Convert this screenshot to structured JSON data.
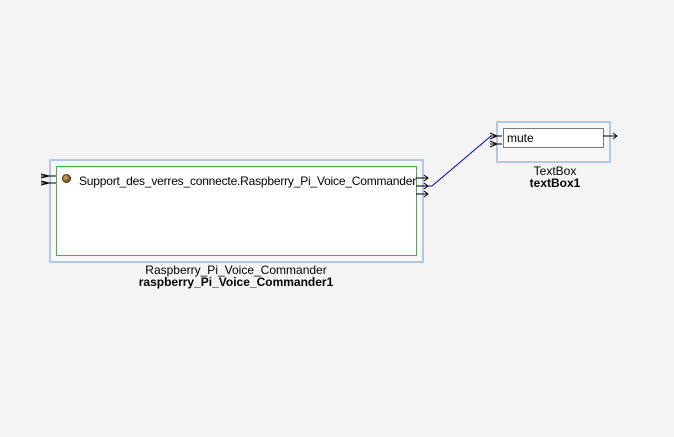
{
  "colors": {
    "background": "#f4f4f4",
    "frame_border": "#b4c8e4",
    "inner_border": "#3cb44a",
    "wire": "#0000c8",
    "pin": "#000000"
  },
  "components": [
    {
      "icon": "component-bullet-icon",
      "label": "Support_des_verres_connecte.Raspberry_Pi_Voice_Commander",
      "type": "Raspberry_Pi_Voice_Commander",
      "name": "raspberry_Pi_Voice_Commander1"
    },
    {
      "value": "mute",
      "type": "TextBox",
      "name": "textBox1"
    }
  ]
}
